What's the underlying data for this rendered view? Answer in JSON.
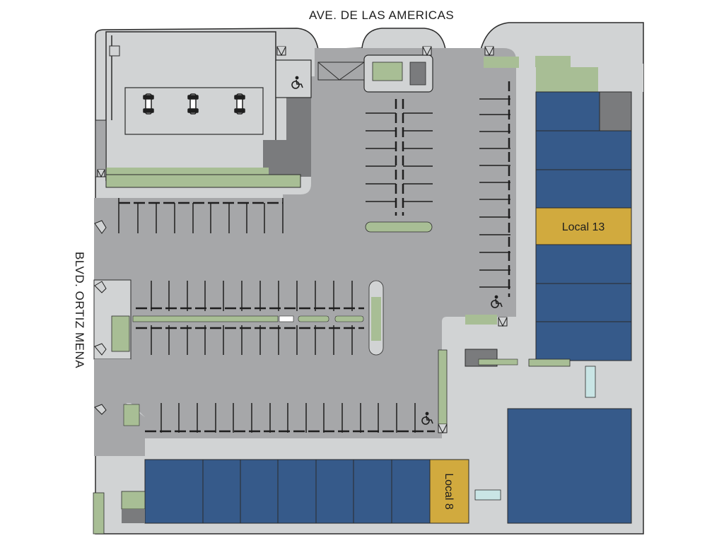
{
  "streets": {
    "north": "AVE. DE LAS AMERICAS",
    "west": "BLVD. ORTIZ MENA"
  },
  "units": [
    {
      "id": "local-13",
      "label": "Local 13",
      "status": "highlighted"
    },
    {
      "id": "local-8",
      "label": "Local 8",
      "status": "highlighted"
    }
  ],
  "legend_colors": {
    "occupied_unit": "#365a8a",
    "highlighted_unit": "#d1aa3e",
    "parking_area": "#a6a7a9",
    "sidewalk": "#d1d3d4",
    "green_area": "#a8be95",
    "service_area": "#7a7b7d"
  },
  "icons": [
    "wheelchair-icon",
    "car-icon",
    "ramp-icon"
  ]
}
